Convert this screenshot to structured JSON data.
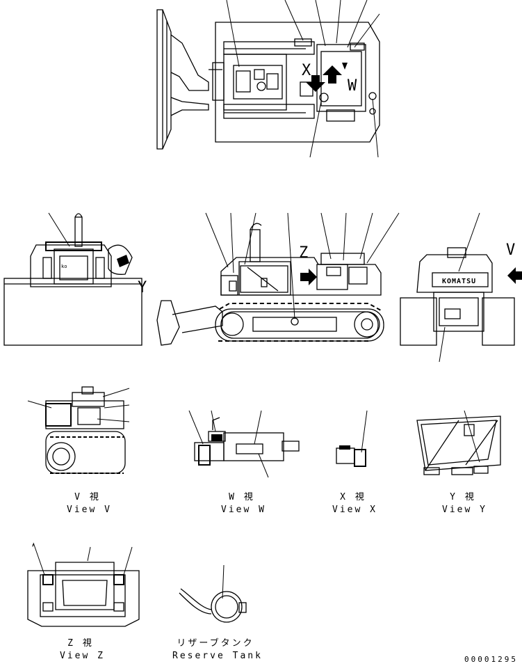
{
  "views": [
    {
      "jp": "V  視",
      "en": "View V"
    },
    {
      "jp": "W  視",
      "en": "View W"
    },
    {
      "jp": "X  視",
      "en": "View X"
    },
    {
      "jp": "Y  視",
      "en": "View Y"
    },
    {
      "jp": "Z  視",
      "en": "View Z"
    },
    {
      "jp": "リザーブタンク",
      "en": "Reserve Tank"
    }
  ],
  "view_markers": {
    "v": "V",
    "w": "W",
    "x": "X",
    "y": "Y",
    "z": "Z"
  },
  "decal_text": {
    "brand": "KOMATSU",
    "brand_short": "ko"
  },
  "reference_number": "00001295",
  "tick_mark": ","
}
